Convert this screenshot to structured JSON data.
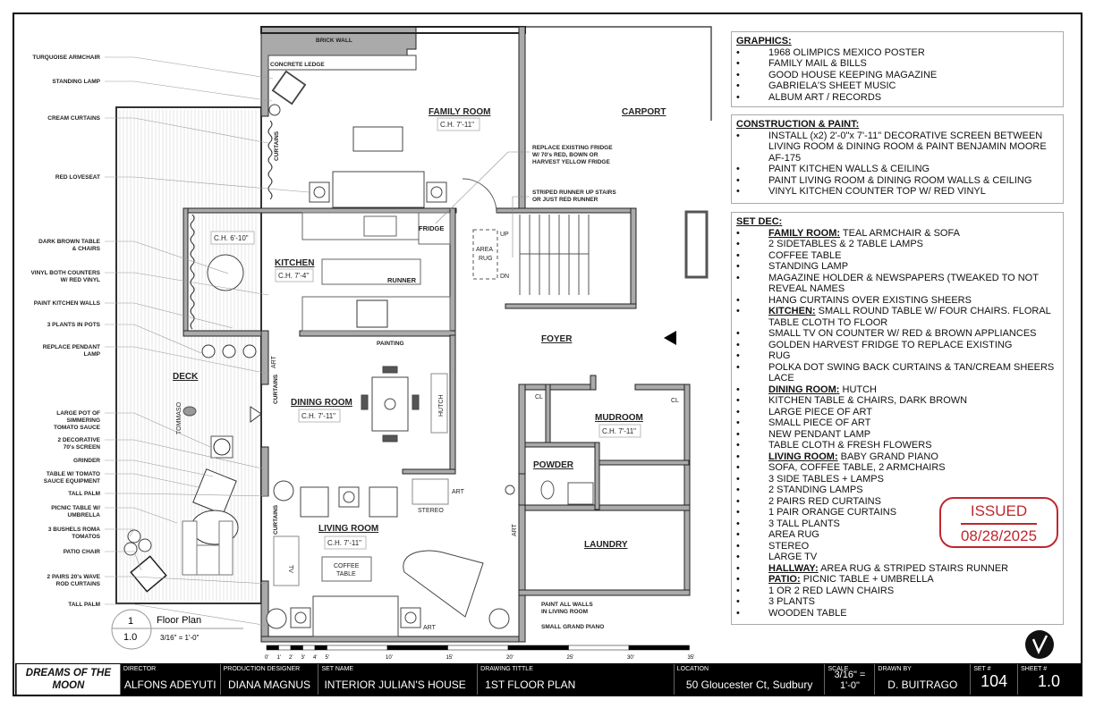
{
  "plan": {
    "rooms": {
      "family_room": "FAMILY ROOM",
      "family_ch": "C.H. 7'-11\"",
      "carport": "CARPORT",
      "kitchen": "KITCHEN",
      "kitchen_ch": "C.H. 7'-4\"",
      "nook_ch": "C.H. 6'-10\"",
      "dining_room": "DINING ROOM",
      "dining_ch": "C.H. 7'-11\"",
      "living_room": "LIVING ROOM",
      "living_ch": "C.H. 7'-11\"",
      "foyer": "FOYER",
      "mudroom": "MUDROOM",
      "mudroom_ch": "C.H. 7'-11\"",
      "powder": "POWDER",
      "laundry": "LAUNDRY",
      "deck": "DECK"
    },
    "tags": {
      "brick_wall": "BRICK WALL",
      "concrete_ledge": "CONCRETE LEDGE",
      "curtains": "CURTAINS",
      "fridge": "FRIDGE",
      "runner": "RUNNER",
      "area_rug": "AREA",
      "area_rug2": "RUG",
      "up": "UP",
      "dn": "DN",
      "painting": "PAINTING",
      "art": "ART",
      "hutch": "HUTCH",
      "stereo": "STEREO",
      "coffee_table": "COFFEE",
      "coffee_table2": "TABLE",
      "tv": "TV",
      "cl": "CL",
      "tommaso": "TOMMASO"
    },
    "callouts_right": [
      [
        "REPLACE EXISTING FRIDGE",
        "W/ 70's RED, BOWN OR",
        "HARVEST YELLOW FRIDGE"
      ],
      [
        "STRIPED RUNNER UP STAIRS",
        "OR JUST RED RUNNER"
      ],
      [
        "PAINT ALL WALLS",
        "IN LIVING ROOM"
      ],
      [
        "SMALL GRAND PIANO"
      ]
    ],
    "callouts_left": [
      [
        "TURQUOISE ARMCHAIR"
      ],
      [
        "STANDING LAMP"
      ],
      [
        "CREAM CURTAINS"
      ],
      [
        "RED LOVESEAT"
      ],
      [
        "DARK BROWN TABLE",
        "& CHAIRS"
      ],
      [
        "VINYL BOTH COUNTERS",
        "W/ RED VINYL"
      ],
      [
        "PAINT KITCHEN WALLS"
      ],
      [
        "3 PLANTS IN POTS"
      ],
      [
        "REPLACE PENDANT",
        "LAMP"
      ],
      [
        "LARGE POT OF",
        "SIMMERING",
        "TOMATO SAUCE"
      ],
      [
        "2 DECORATIVE",
        "70's SCREEN"
      ],
      [
        "GRINDER"
      ],
      [
        "TABLE W/ TOMATO",
        "SAUCE EQUIPMENT"
      ],
      [
        "TALL PALM"
      ],
      [
        "PICNIC TABLE W/",
        "UMBRELLA"
      ],
      [
        "3 BUSHELS ROMA",
        "TOMATOS"
      ],
      [
        "PATIO CHAIR"
      ],
      [
        "2 PAIRS 20's WAVE",
        "ROD CURTAINS"
      ],
      [
        "TALL PALM"
      ]
    ],
    "view_label": {
      "number": "1",
      "sheet": "1.0",
      "title": "Floor Plan",
      "scale": "3/16\" = 1'-0\""
    },
    "scale_bar": [
      "0'",
      "1'",
      "2'",
      "3'",
      "4'",
      "5'",
      "10'",
      "15'",
      "20'",
      "25'",
      "30'",
      "35'"
    ]
  },
  "notes": {
    "graphics": {
      "heading": "GRAPHICS:",
      "items": [
        {
          "text": "1968 OLIMPICS MEXICO POSTER"
        },
        {
          "text": "FAMILY MAIL & BILLS"
        },
        {
          "text": "GOOD HOUSE KEEPING MAGAZINE"
        },
        {
          "text": "GABRIELA'S SHEET MUSIC"
        },
        {
          "text": "ALBUM ART / RECORDS"
        }
      ]
    },
    "construction": {
      "heading": "CONSTRUCTION & PAINT:",
      "items": [
        {
          "text": "INSTALL (x2) 2'-0\"x 7'-11\" DECORATIVE SCREEN BETWEEN LIVING ROOM & DINING ROOM & PAINT BENJAMIN MOORE AF-175"
        },
        {
          "text": "PAINT KITCHEN WALLS & CEILING"
        },
        {
          "text": "PAINT LIVING ROOM & DINING ROOM WALLS & CEILING"
        },
        {
          "text": "VINYL KITCHEN COUNTER TOP W/ RED VINYL"
        }
      ]
    },
    "set_dec": {
      "heading": "SET DEC:",
      "items": [
        {
          "head": "FAMILY ROOM:",
          "text": " TEAL ARMCHAIR & SOFA"
        },
        {
          "text": "2 SIDETABLES & 2 TABLE LAMPS"
        },
        {
          "text": "COFFEE TABLE"
        },
        {
          "text": "STANDING LAMP"
        },
        {
          "text": "MAGAZINE HOLDER & NEWSPAPERS (TWEAKED TO NOT REVEAL NAMES"
        },
        {
          "text": "HANG CURTAINS OVER EXISTING SHEERS"
        },
        {
          "head": "KITCHEN:",
          "text": " SMALL ROUND TABLE W/ FOUR CHAIRS. FLORAL TABLE CLOTH TO FLOOR"
        },
        {
          "text": "SMALL TV ON COUNTER W/ RED & BROWN APPLIANCES"
        },
        {
          "text": "GOLDEN HARVEST FRIDGE TO REPLACE EXISTING"
        },
        {
          "text": "RUG"
        },
        {
          "text": "POLKA DOT SWING BACK CURTAINS & TAN/CREAM SHEERS LACE"
        },
        {
          "head": "DINING ROOM:",
          "text": " HUTCH"
        },
        {
          "text": "KITCHEN TABLE & CHAIRS, DARK BROWN"
        },
        {
          "text": "LARGE PIECE OF ART"
        },
        {
          "text": "SMALL PIECE OF ART"
        },
        {
          "text": "NEW PENDANT LAMP"
        },
        {
          "text": "TABLE CLOTH & FRESH FLOWERS"
        },
        {
          "head": "LIVING ROOM:",
          "text": " BABY GRAND PIANO"
        },
        {
          "text": "SOFA, COFFEE TABLE, 2 ARMCHAIRS"
        },
        {
          "text": "3 SIDE TABLES + LAMPS"
        },
        {
          "text": "2 STANDING LAMPS"
        },
        {
          "text": "2 PAIRS RED CURTAINS"
        },
        {
          "text": "1 PAIR ORANGE CURTAINS"
        },
        {
          "text": "3 TALL PLANTS"
        },
        {
          "text": "AREA RUG"
        },
        {
          "text": "STEREO"
        },
        {
          "text": "LARGE TV"
        },
        {
          "head": "HALLWAY:",
          "text": " AREA RUG & STRIPED STAIRS RUNNER"
        },
        {
          "head": "PATIO:",
          "text": " PICNIC TABLE + UMBRELLA"
        },
        {
          "text": "1 OR 2 RED LAWN CHAIRS"
        },
        {
          "text": "3 PLANTS"
        },
        {
          "text": "WOODEN TABLE"
        }
      ]
    },
    "bullet": "•"
  },
  "stamp": {
    "status": "ISSUED",
    "date": "08/28/2025",
    "color": "#c0272d"
  },
  "title_block": {
    "production": "DREAMS OF THE MOON",
    "fields": [
      {
        "key": "DIRECTOR",
        "value": "ALFONS ADEYUTI"
      },
      {
        "key": "PRODUCTION DESIGNER",
        "value": "DIANA MAGNUS"
      },
      {
        "key": "SET NAME",
        "value": "INTERIOR JULIAN'S HOUSE"
      },
      {
        "key": "DRAWING TITTLE",
        "value": "1ST FLOOR PLAN"
      },
      {
        "key": "LOCATION",
        "value": "50 Gloucester Ct, Sudbury"
      },
      {
        "key": "SCALE",
        "value": "3/16\" = 1'-0\""
      },
      {
        "key": "DRAWN BY",
        "value": "D. BUITRAGO"
      },
      {
        "key": "SET #",
        "value": "104"
      },
      {
        "key": "SHEET #",
        "value": "1.0"
      }
    ]
  }
}
